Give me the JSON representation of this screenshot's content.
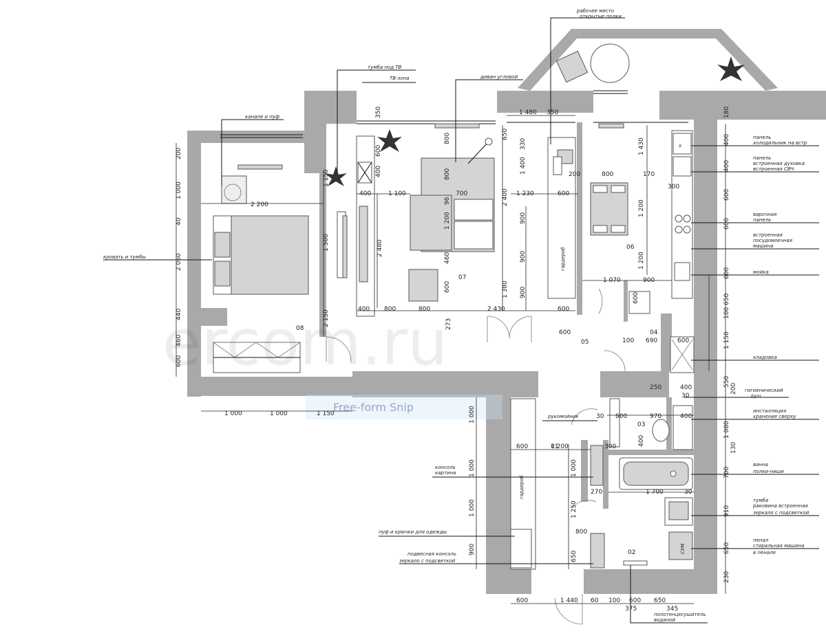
{
  "rooms": [
    "01",
    "02",
    "03",
    "04",
    "05",
    "06",
    "07",
    "08"
  ],
  "watermark": "ercom.ru",
  "snip_label": "Free-form Snip",
  "wardrobe_label": "гардероб",
  "appliance_label": "СУМ",
  "callouts": {
    "workplace_1": "рабочее место",
    "workplace_2": "открытые полки",
    "tv_stand_1": "тумба под ТВ",
    "tv_stand_2": "ТВ-зона",
    "sofa": "диван угловой",
    "sofa_pouf": "канапе и пуф",
    "bed": "кровать и тумбы",
    "fridge_1": "панель",
    "fridge_2": "холодильник на встр",
    "oven_1": "панель",
    "oven_2": "встроенная духовка",
    "oven_3": "встроенная СВЧ",
    "hob_1": "варочная",
    "hob_2": "панель",
    "dish_1": "встроенная",
    "dish_2": "посудомоечная",
    "dish_3": "машина",
    "sink": "мойка",
    "pantry": "кладовка",
    "hyg_1": "гигиенический",
    "hyg_2": "душ",
    "install_1": "инсталляция",
    "install_2": "хранение сверху",
    "bath_1": "ванна",
    "bath_2": "полки-ниши",
    "vanity_1": "тумба",
    "vanity_2": "раковина встроенная",
    "vanity_3": "зеркало с подсветкой",
    "washer_1": "пенал",
    "washer_2": "стиральная машина",
    "washer_3": "в пенале",
    "towel_1": "полотенцесушитель",
    "towel_2": "водяной",
    "handles": "рукомойник",
    "console_1": "консоль",
    "console_2": "картина",
    "pouf_hooks": "пуф и крючки для одежды",
    "hall_1": "подвесная консоль",
    "hall_2": "зеркало с подсветкой"
  },
  "dims": {
    "d1480": "1 480",
    "d350": "350",
    "d350b": "350",
    "d180": "180",
    "d2200": "2 200",
    "d1000a": "1 000",
    "d1000b": "1 000",
    "d1150": "1 150",
    "d200": "200",
    "d1000l": "1 000",
    "d40": "40",
    "d2060": "2 060",
    "d440": "440",
    "d460": "460",
    "d600l": "600",
    "d1150v": "1 150",
    "d1500": "1 500",
    "d2150": "2 150",
    "d400a": "400",
    "d1100": "1 100",
    "d2480": "2 480",
    "d600v": "600",
    "d400v": "400",
    "d400b": "400",
    "d800b": "800",
    "d800s": "800",
    "d800s2": "800",
    "d700": "700",
    "d1200": "1 200",
    "d96": "96",
    "d460s": "460",
    "d600s": "600",
    "d800c": "800",
    "d2430": "2 430",
    "d273": "273",
    "d650": "650",
    "d2400": "2 400",
    "d1230": "1 230",
    "d330": "330",
    "d1400": "1 400",
    "d900a": "900",
    "d900b": "900",
    "d900c": "900",
    "d1380": "1 380",
    "d600w": "600",
    "d600w2": "600",
    "d200w": "200",
    "d800k": "800",
    "d170": "170",
    "d1430": "1 430",
    "d1200k": "1 200",
    "d1200k2": "1 200",
    "d1070": "1 070",
    "d900k": "900",
    "d600k": "600",
    "d300k": "300",
    "d600e": "600",
    "d100e": "100",
    "d690": "690",
    "d600e2": "600",
    "d400r1": "400",
    "d400r2": "400",
    "d600r3": "600",
    "d600r4": "600",
    "d600r5": "600",
    "d650r6": "650",
    "d100r7": "100",
    "d1150r8": "1 150",
    "d550": "550",
    "d200r": "200",
    "d250": "250",
    "d400t": "400",
    "d30t": "30",
    "d30t2": "30",
    "d600t": "600",
    "d970": "970",
    "d400t2": "400",
    "d400t3": "400",
    "d1080": "1 080",
    "d130": "130",
    "d700t": "700",
    "d300t": "300",
    "d1200h": "1 200",
    "d600h": "600",
    "d270": "270",
    "d1700": "1 700",
    "d30b": "30",
    "d910": "910",
    "d650b": "650",
    "d230": "230",
    "d1000h1": "1 000",
    "d1000h2": "1 000",
    "d1000h3": "1 000",
    "d1000h4": "1 000",
    "d1250": "1 250",
    "d900h": "900",
    "d800h": "800",
    "d650h": "650",
    "d600bot": "600",
    "d1440": "1 440",
    "d60": "60",
    "d100bot": "100",
    "d600bot2": "600",
    "d650bot": "650",
    "d375": "375",
    "d345": "345"
  }
}
